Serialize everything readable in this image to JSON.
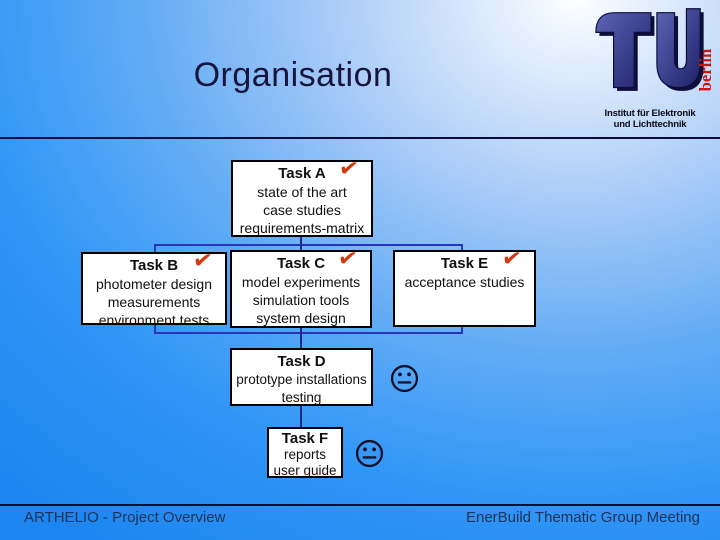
{
  "slide": {
    "title": "Organisation",
    "footer": {
      "left": "ARTHELIO - Project Overview",
      "right": "EnerBuild Thematic Group Meeting"
    }
  },
  "logo": {
    "berlin": "berlin",
    "caption_line1": "Institut für Elektronik",
    "caption_line2": "und Lichttechnik"
  },
  "diagram": {
    "check_symbol": "✔",
    "tasks": [
      {
        "title": "Task A",
        "lines": [
          "state of the art",
          "case studies",
          "requirements-matrix"
        ],
        "status": "done"
      },
      {
        "title": "Task B",
        "lines": [
          "photometer design",
          "measurements",
          "environment tests"
        ],
        "status": "done"
      },
      {
        "title": "Task C",
        "lines": [
          "model experiments",
          "simulation tools",
          "system design"
        ],
        "status": "done"
      },
      {
        "title": "Task E",
        "lines": [
          "acceptance studies"
        ],
        "status": "done"
      },
      {
        "title": "Task D",
        "lines": [
          "prototype installations",
          "testing"
        ],
        "status": "neutral"
      },
      {
        "title": "Task F",
        "lines": [
          "reports",
          "user guide"
        ],
        "status": "neutral"
      }
    ],
    "colors": {
      "check": "#d23b0f",
      "box_background": "#ffffff",
      "box_border": "#000000",
      "group_border": "#2636b8",
      "connector": "#1c2a80"
    }
  }
}
